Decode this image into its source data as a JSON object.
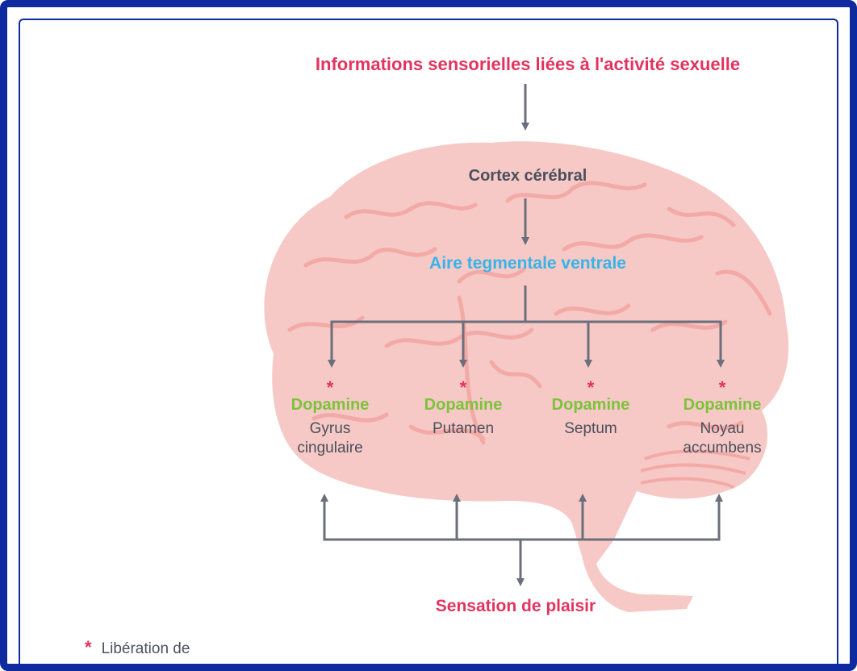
{
  "title": "Informations sensorielles liées à l'activité sexuelle",
  "cortex": "Cortex cérébral",
  "atv": "Aire tegmentale ventrale",
  "star": "*",
  "nodes": [
    {
      "dopamine": "Dopamine",
      "region_line1": "Gyrus",
      "region_line2": "cingulaire"
    },
    {
      "dopamine": "Dopamine",
      "region_line1": "Putamen",
      "region_line2": ""
    },
    {
      "dopamine": "Dopamine",
      "region_line1": "Septum",
      "region_line2": ""
    },
    {
      "dopamine": "Dopamine",
      "region_line1": "Noyau",
      "region_line2": "accumbens"
    }
  ],
  "result": "Sensation de plaisir",
  "legend": {
    "star": "*",
    "text": "Libération de"
  },
  "colors": {
    "frame": "#0e2a9e",
    "brain": "#f6c9c6",
    "brain_lines": "#f3a9a6",
    "arrows": "#6b6f7b",
    "title_pink": "#e2345f",
    "atv_blue": "#36b4e8",
    "dopamine_green": "#7cc33a",
    "text_gray": "#4a4f5c"
  }
}
